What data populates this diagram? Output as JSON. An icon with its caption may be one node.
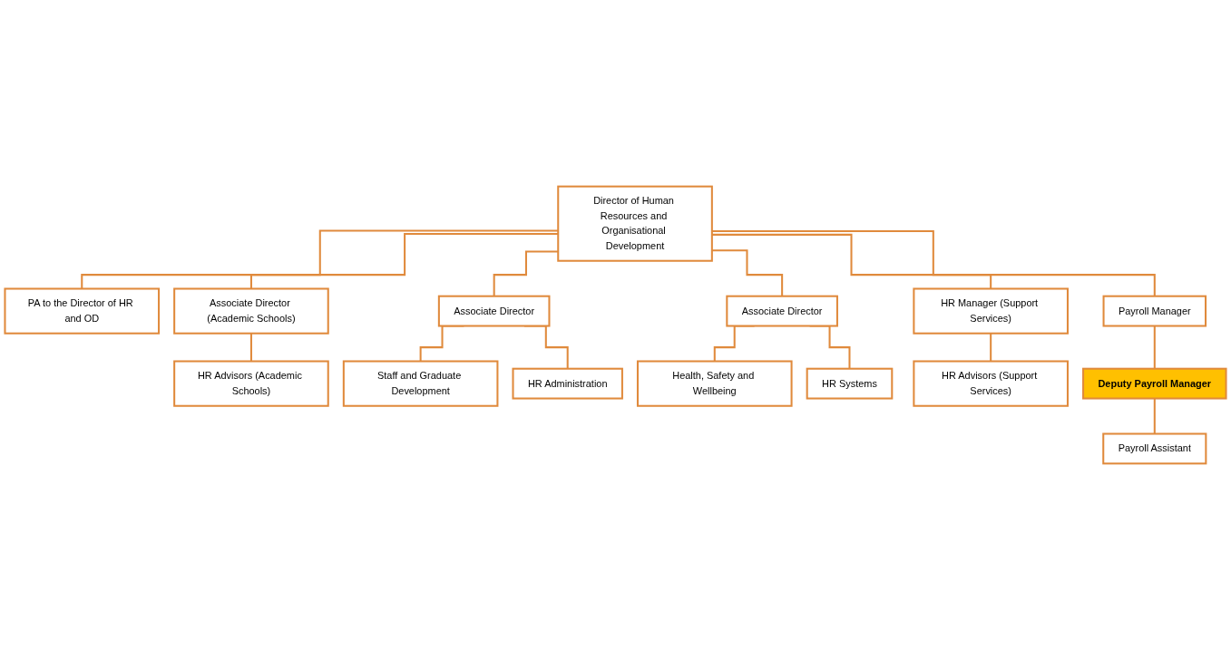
{
  "diagram": {
    "nodes": [
      {
        "text": [
          "Director of Human Resources and Organisational Development"
        ]
      },
      {
        "text": [
          "PA to the Director of HR and OD"
        ]
      },
      {
        "text": [
          "Associate Director (Academic Schools)"
        ]
      },
      {
        "text": [
          "Associate Director"
        ]
      },
      {
        "text": [
          "Associate Director"
        ]
      },
      {
        "text": [
          "HR Manager (Support Services)"
        ]
      },
      {
        "text": [
          "Payroll Manager"
        ]
      },
      {
        "text": [
          "HR Advisors (Academic Schools)"
        ]
      },
      {
        "text": [
          "Staff and Graduate Development"
        ]
      },
      {
        "text": [
          "Health, Safety and Wellbeing"
        ]
      },
      {
        "text": [
          "HR Advisors (Support Services)"
        ]
      },
      {
        "text": [
          "Deputy Payroll Manager"
        ]
      },
      {
        "text": [
          "HR Administration"
        ]
      },
      {
        "text": [
          "HR Systems"
        ]
      },
      {
        "text": [
          "Payroll Assistant"
        ]
      }
    ],
    "edges": [
      {
        "from": 0,
        "to": 1,
        "arrow": "none"
      },
      {
        "from": 0,
        "to": 2,
        "arrow": "none"
      },
      {
        "from": 0,
        "to": 3,
        "arrow": "none"
      },
      {
        "from": 0,
        "to": 4,
        "arrow": "none"
      },
      {
        "from": 0,
        "to": 5,
        "arrow": "none"
      },
      {
        "from": 0,
        "to": 6,
        "arrow": "none"
      },
      {
        "from": 2,
        "to": 7,
        "arrow": "none"
      },
      {
        "from": 3,
        "to": 8,
        "arrow": "none"
      },
      {
        "from": 3,
        "to": 12,
        "arrow": "none"
      },
      {
        "from": 4,
        "to": 9,
        "arrow": "none"
      },
      {
        "from": 4,
        "to": 13,
        "arrow": "none"
      },
      {
        "from": 5,
        "to": 10,
        "arrow": "none"
      },
      {
        "from": 6,
        "to": 11,
        "arrow": "none"
      },
      {
        "from": 11,
        "to": 14,
        "arrow": "none"
      }
    ]
  }
}
